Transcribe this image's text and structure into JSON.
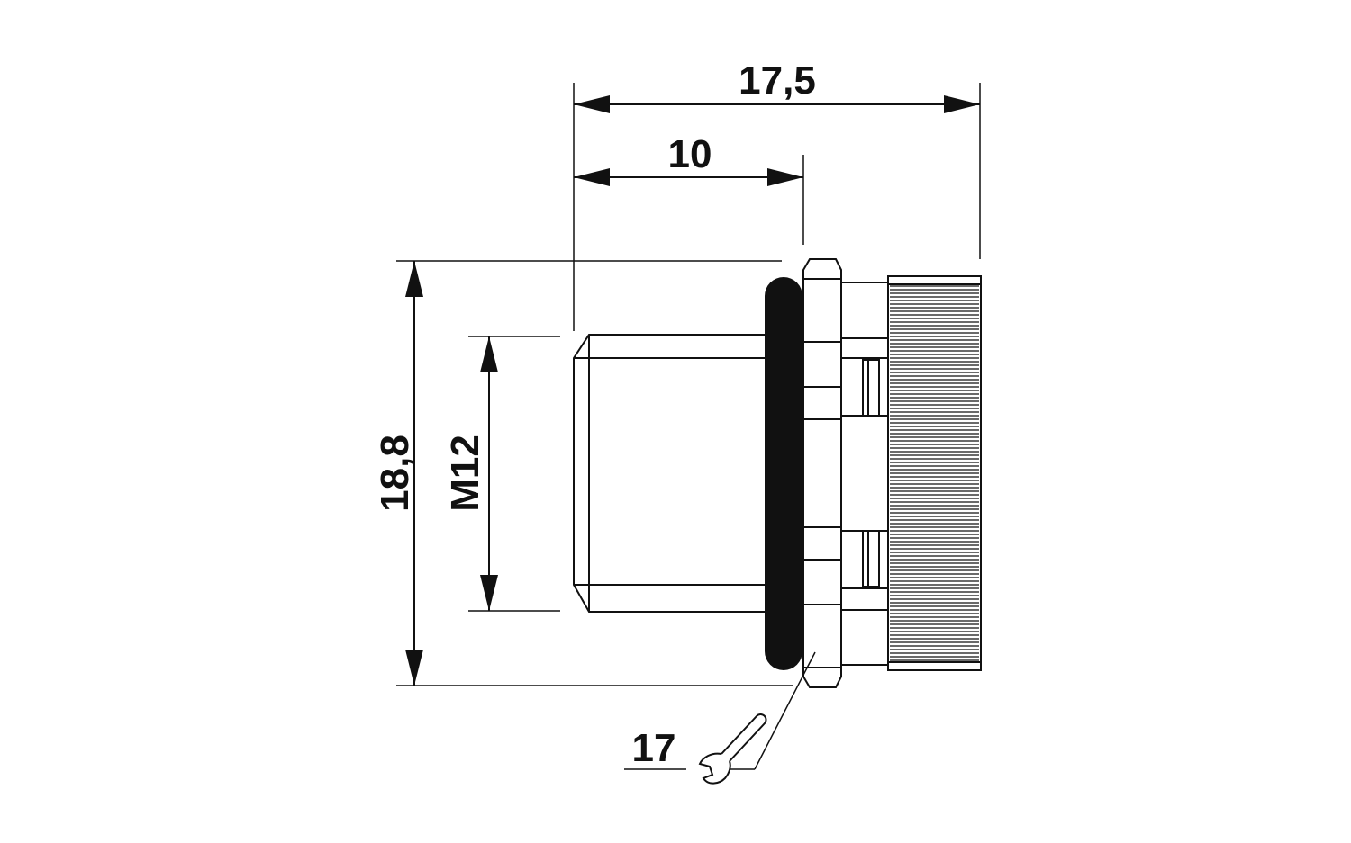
{
  "dimensions": {
    "overall_length": "17,5",
    "thread_length": "10",
    "overall_height": "18,8",
    "thread_size": "M12",
    "wrench_size": "17"
  },
  "colors": {
    "line": "#111111",
    "background": "#ffffff",
    "seal": "#111111"
  },
  "icons": {
    "wrench": "open-end-wrench-icon"
  }
}
